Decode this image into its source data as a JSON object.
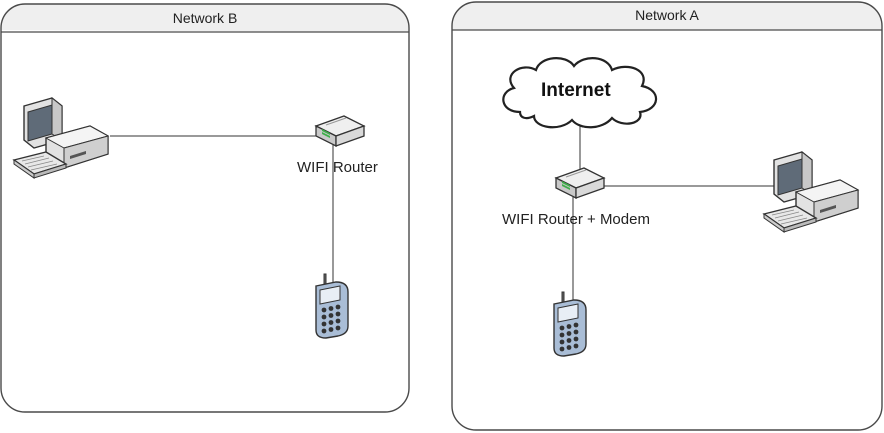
{
  "networks": {
    "b": {
      "title": "Network B",
      "router_label": "WIFI Router"
    },
    "a": {
      "title": "Network A",
      "router_label": "WIFI Router + Modem",
      "cloud_label": "Internet"
    }
  },
  "colors": {
    "panel_border": "#4a4a4a",
    "header_fill": "#efefef",
    "link": "#333333",
    "computer_body": "#e2e2e2",
    "screen": "#5f6b78",
    "phone_body": "#a9bdd6",
    "router_body": "#d9d9d9",
    "router_led": "#3fae4a"
  },
  "icons": [
    "desktop-computer-icon",
    "wifi-router-icon",
    "mobile-phone-icon",
    "cloud-icon"
  ]
}
